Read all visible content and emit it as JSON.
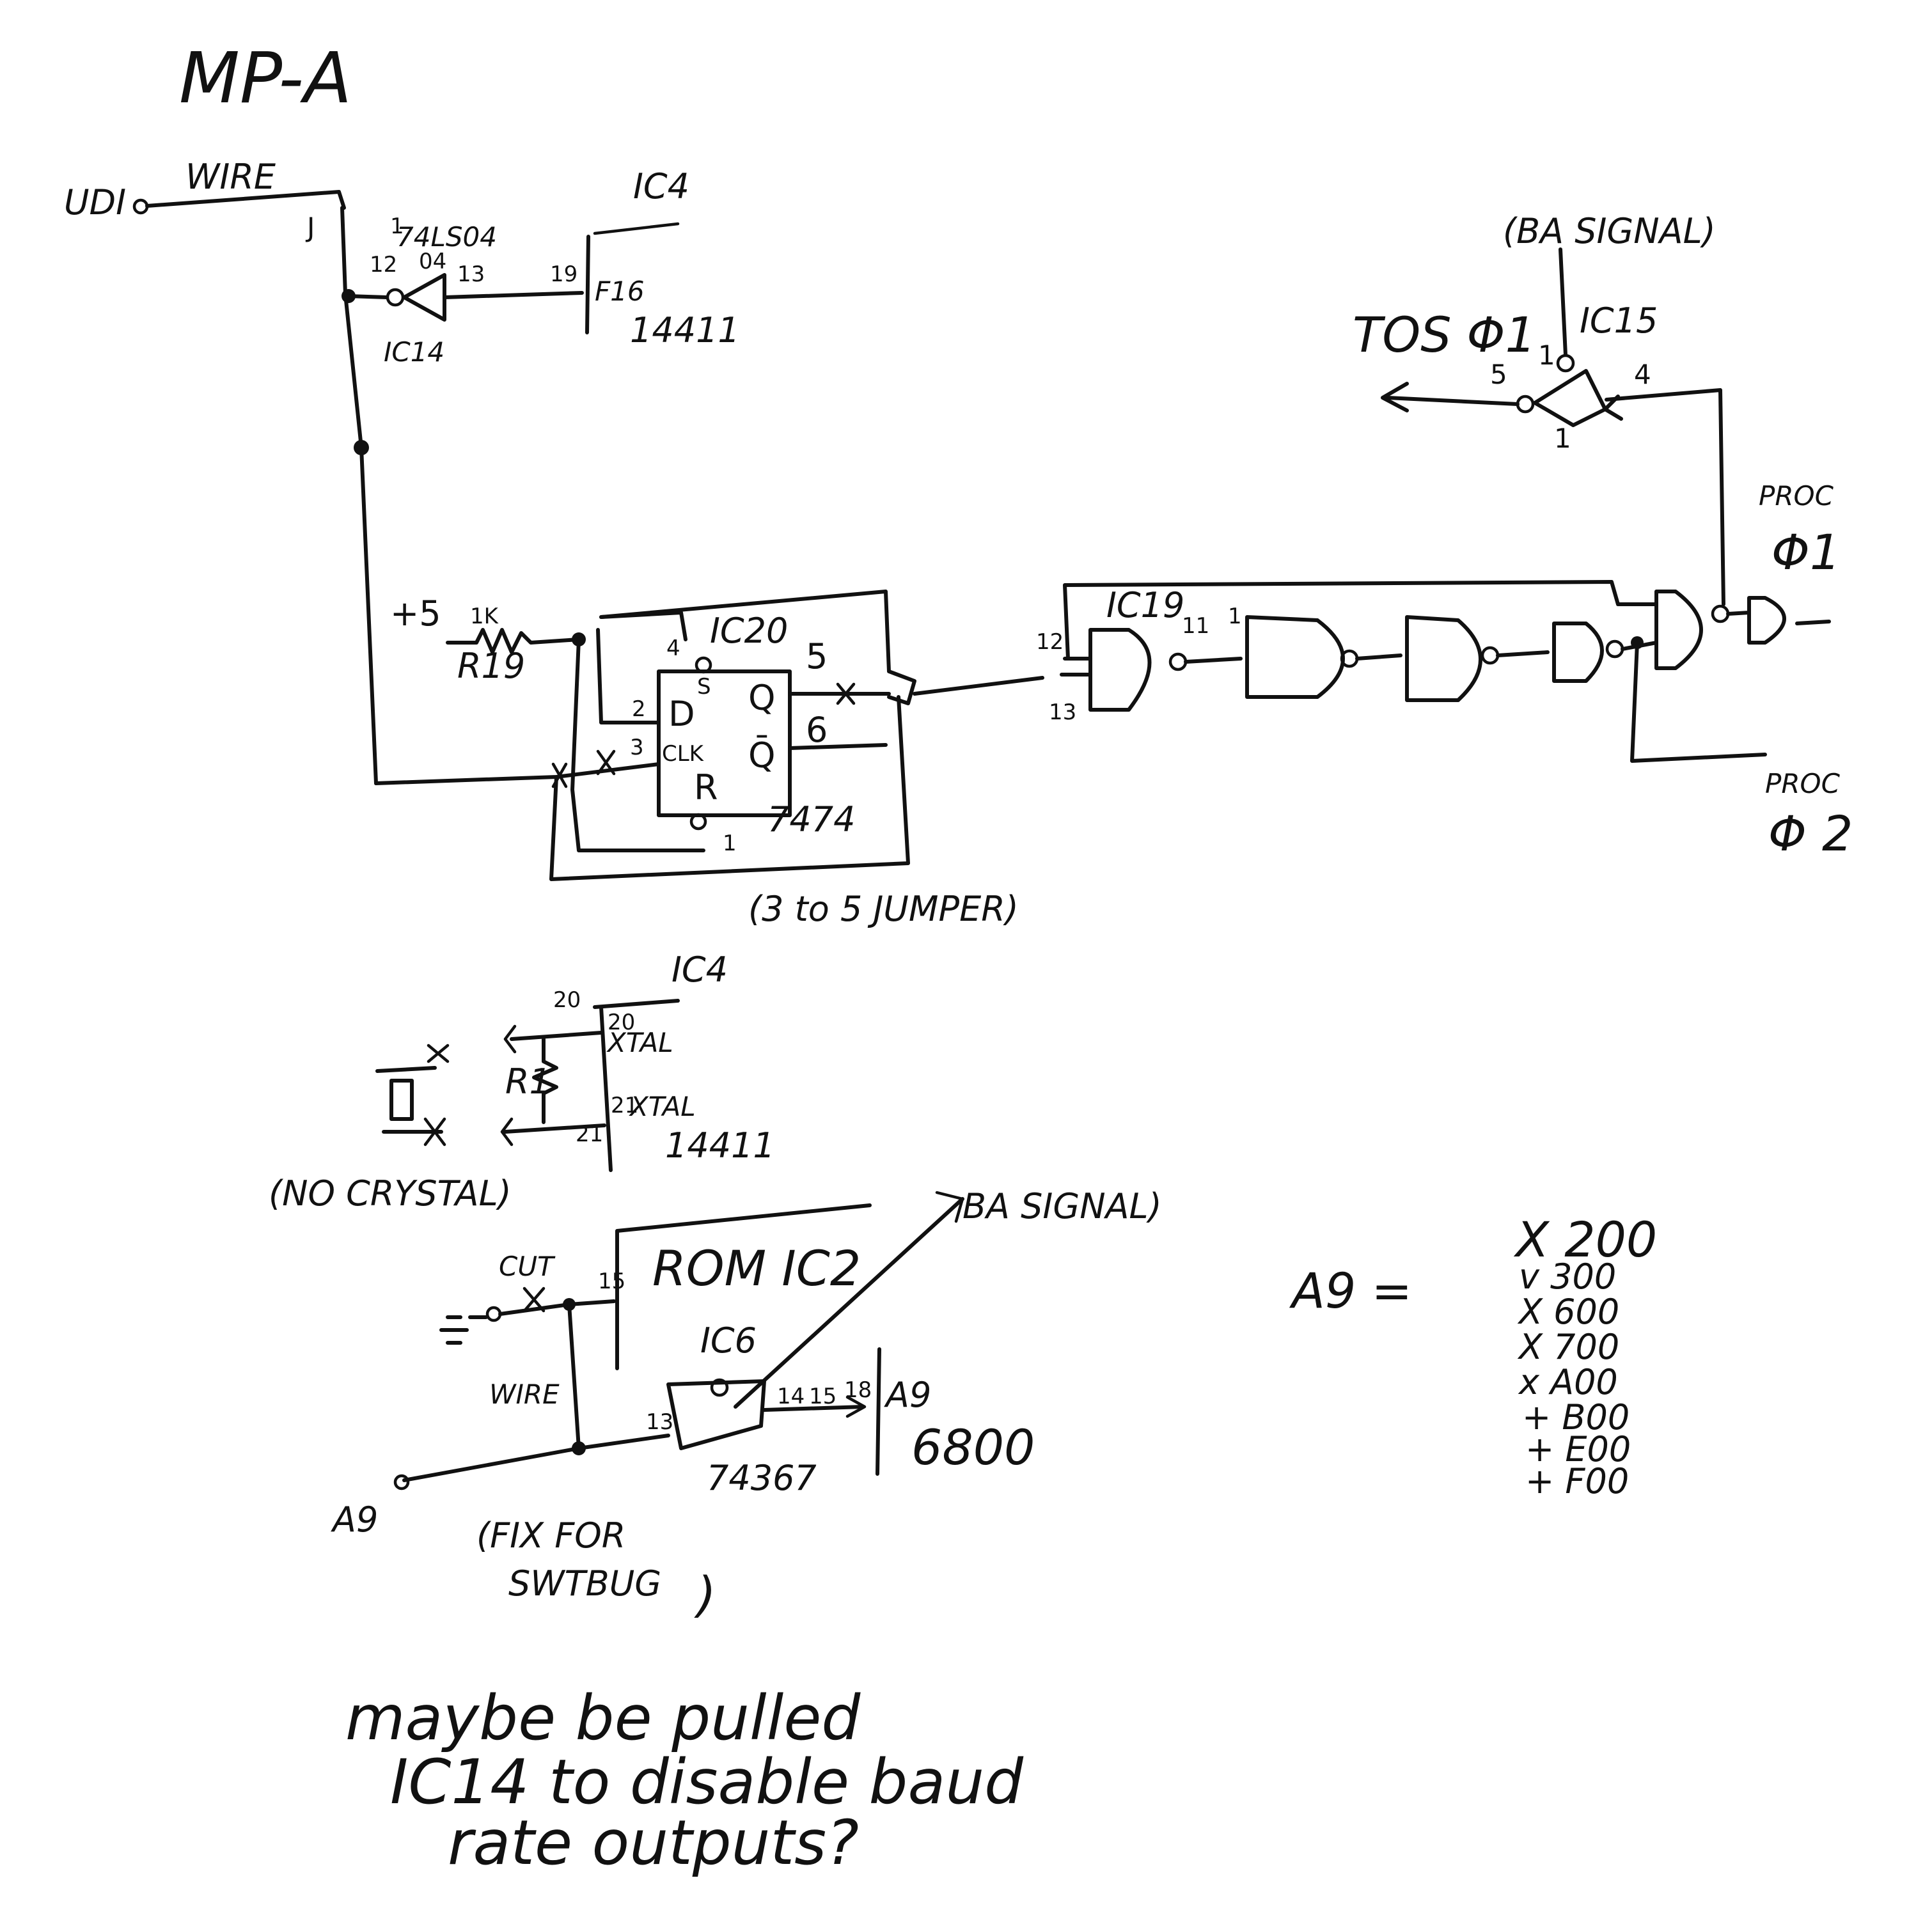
{
  "title": "MP-A",
  "top_section": {
    "udi_label": "UDI",
    "wire_label": "WIRE",
    "pin_j": "J",
    "pin_1": "1",
    "part_74ls04": "74LS04",
    "pin_12": "12",
    "pin_04": "04",
    "pin_13": "13",
    "ic14_label": "IC14",
    "ic4_label": "IC4",
    "pin_19": "19",
    "pin_f16": "F16",
    "part_14411": "14411",
    "ba_signal": "(BA SIGNAL)",
    "to_phi1": "TOS Φ1",
    "ic15_label": "IC15",
    "pin_5": "5",
    "pin_1b": "1",
    "pin_4": "4",
    "pin_1c": "1",
    "proc_phi1_a": "PROC",
    "proc_phi1_b": "Φ1",
    "proc_phi2_a": "PROC",
    "proc_phi2_b": "Φ 2"
  },
  "flipflop": {
    "plus5": "+5",
    "r_value": "1K",
    "r_name": "R19",
    "ic20": "IC20",
    "pin_4": "4",
    "pin_s": "S",
    "pin_5": "5",
    "pin_q": "Q",
    "pin_2": "2",
    "pin_d": "D",
    "pin_6": "6",
    "pin_3": "3",
    "pin_clk": "CLK",
    "pin_qbar": "Q̄",
    "pin_r": "R",
    "pin_1": "1",
    "part": "7474",
    "jumper_note": "(3 to 5 JUMPER)"
  },
  "gates": {
    "ic19": "IC19",
    "pin_12": "12",
    "pin_13": "13",
    "pin_11": "11",
    "pin_1": "1"
  },
  "crystal_section": {
    "ic4": "IC4",
    "pin_20a": "20",
    "pin_20b": "20",
    "xtal_a": "XTAL",
    "r1": "R1",
    "pin_21a": "21",
    "pin_21b": "21",
    "xtal_b": "XTAL",
    "part": "14411",
    "note": "(NO CRYSTAL)"
  },
  "rom_section": {
    "cut": "CUT",
    "pin_15": "15",
    "rom_label": "ROM IC2",
    "ba_signal": "BA SIGNAL)",
    "ic6": "IC6",
    "wire": "WIRE",
    "pin_13": "13",
    "pin_14": "14",
    "pin_15b": "15",
    "pin_18": "18",
    "a9_pin": "A9",
    "cpu": "6800",
    "part": "74367",
    "a9_input": "A9",
    "fix_note_a": "(FIX FOR",
    "fix_note_b": "SWTBUG",
    "fix_close": ")"
  },
  "address_table": {
    "label": "A9 =",
    "rows": [
      "X 200",
      "v 300",
      "X 600",
      "X 700",
      "x A00",
      "+ B00",
      "+ E00",
      "+ F00"
    ]
  },
  "footnote": {
    "line1": "maybe be pulled",
    "line2": "IC14 to disable baud",
    "line3": "rate outputs?"
  }
}
